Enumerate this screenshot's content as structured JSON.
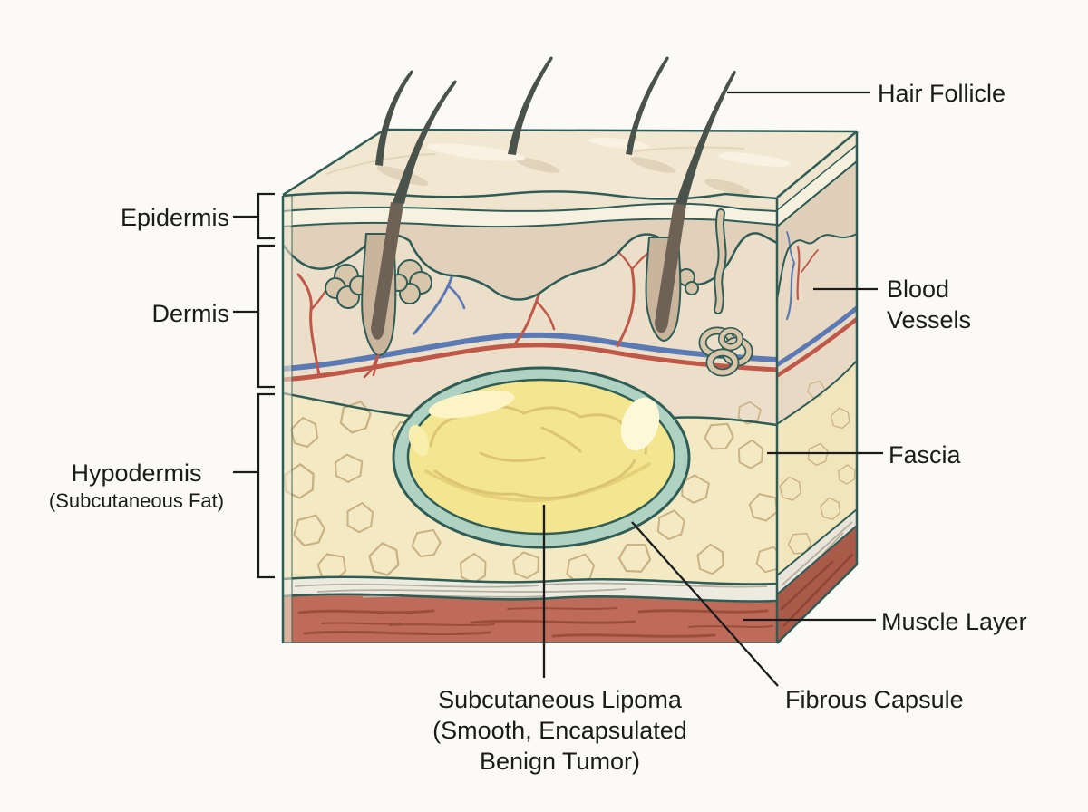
{
  "labels": {
    "hair_follicle": "Hair Follicle",
    "epidermis": "Epidermis",
    "dermis": "Dermis",
    "hypodermis": "Hypodermis",
    "hypodermis_sub": "(Subcutaneous Fat)",
    "blood_vessels_line1": "Blood",
    "blood_vessels_line2": "Vessels",
    "fascia": "Fascia",
    "muscle_layer": "Muscle Layer",
    "lipoma_line1": "Subcutaneous Lipoma",
    "lipoma_line2": "(Smooth, Encapsulated",
    "lipoma_line3": "Benign Tumor)",
    "fibrous_capsule": "Fibrous Capsule"
  },
  "colors": {
    "background": "#fbfaf6",
    "outline_teal": "#2f5d56",
    "skin_surface": "#f2e8d2",
    "epidermis_band": "#f7f1e1",
    "papillary_band": "#e1d1ba",
    "dermis": "#ebdfc9",
    "hypodermis_fat": "#f3e9c3",
    "fat_lobule_line": "#c9b183",
    "lipoma_body": "#f4e68f",
    "fibrous_capsule_ring": "#afd2c2",
    "fascia_band": "#edebe0",
    "muscle": "#bf6b5a",
    "muscle_striation": "#9b4e3e",
    "artery_red": "#c0584a",
    "vein_blue": "#5b79b5",
    "hair": "#49524b",
    "label_text": "#1b1b1b"
  }
}
